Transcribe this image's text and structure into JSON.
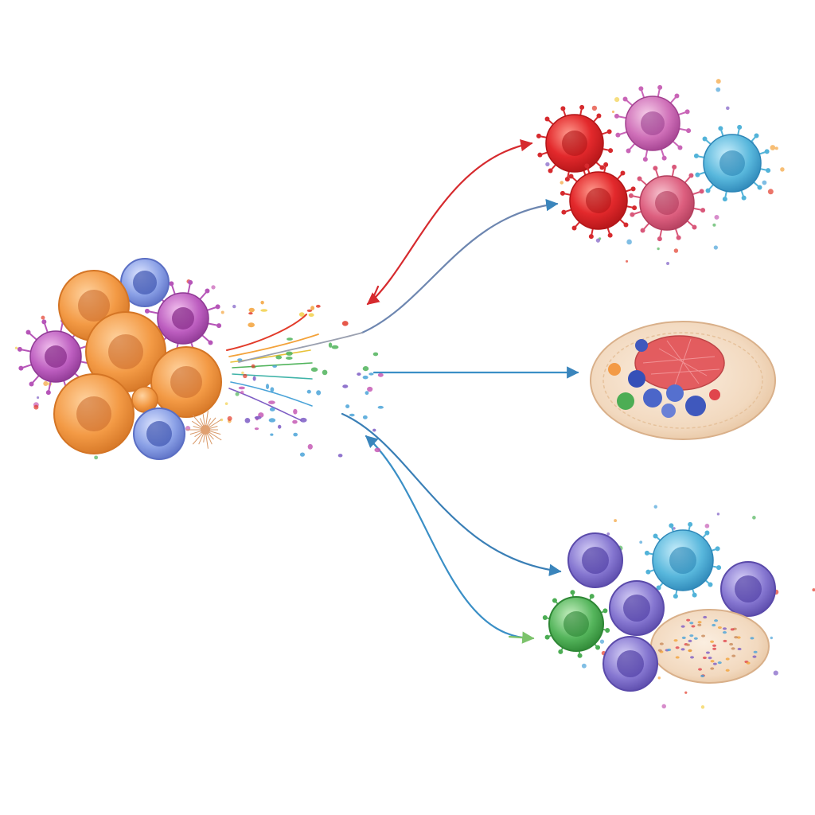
{
  "diagram": {
    "source_cluster": {
      "cells": [
        {
          "kind": "large-cell",
          "color": "#f39a45",
          "nucleus": "#d9772d"
        },
        {
          "kind": "large-cell",
          "color": "#f39a45",
          "nucleus": "#d9772d"
        },
        {
          "kind": "large-cell",
          "color": "#f39a45",
          "nucleus": "#d9772d"
        },
        {
          "kind": "large-cell",
          "color": "#f39a45",
          "nucleus": "#d9772d"
        },
        {
          "kind": "large-cell",
          "color": "#f39a45",
          "nucleus": "#d9772d"
        },
        {
          "kind": "round-cell",
          "color": "#6f86d6",
          "nucleus": "#3f56b0"
        },
        {
          "kind": "round-cell",
          "color": "#6f86d6",
          "nucleus": "#3f56b0"
        },
        {
          "kind": "spiky-cell",
          "color": "#b655b8",
          "nucleus": "#8a2f8c"
        },
        {
          "kind": "spiky-cell",
          "color": "#b655b8",
          "nucleus": "#8a2f8c"
        }
      ]
    },
    "target_groups": [
      {
        "id": "top",
        "cells": [
          {
            "kind": "spiky-cell",
            "color": "#e0282b",
            "nucleus": "#b01518"
          },
          {
            "kind": "spiky-cell",
            "color": "#c965b7",
            "nucleus": "#9b3f8f"
          },
          {
            "kind": "spiky-cell",
            "color": "#52b3d9",
            "nucleus": "#2a86b6"
          },
          {
            "kind": "spiky-cell",
            "color": "#e0282b",
            "nucleus": "#b01518"
          },
          {
            "kind": "spiky-cell",
            "color": "#d9587a",
            "nucleus": "#b1385a"
          }
        ]
      },
      {
        "id": "middle",
        "cells": [
          {
            "kind": "tissue-mass",
            "color": "#f3dcc4",
            "nucleus": "#e0454c"
          }
        ]
      },
      {
        "id": "bottom",
        "cells": [
          {
            "kind": "round-cell",
            "color": "#7d6ac9",
            "nucleus": "#5242a6"
          },
          {
            "kind": "spiky-cell",
            "color": "#52b3d9",
            "nucleus": "#2a86b6"
          },
          {
            "kind": "round-cell",
            "color": "#7d6ac9",
            "nucleus": "#5242a6"
          },
          {
            "kind": "round-cell",
            "color": "#7d6ac9",
            "nucleus": "#5242a6"
          },
          {
            "kind": "round-cell",
            "color": "#4cad54",
            "nucleus": "#2c8434"
          },
          {
            "kind": "round-cell",
            "color": "#7d6ac9",
            "nucleus": "#5242a6"
          },
          {
            "kind": "tissue-mass",
            "color": "#f3dcc4",
            "nucleus": "#e0b08a"
          }
        ]
      }
    ],
    "arrows": [
      {
        "id": "red-top",
        "color": "#d62a2e"
      },
      {
        "id": "slate-top",
        "color": "#4a8fc0"
      },
      {
        "id": "middle",
        "color": "#3a8fc6"
      },
      {
        "id": "blue-bottom",
        "color": "#3a7fb6"
      },
      {
        "id": "blue-green-bottom",
        "color": "#3a8fc6"
      }
    ],
    "colors": {
      "background": "#ffffff",
      "particle_palette": [
        "#e23b2a",
        "#f3a23a",
        "#f2d04a",
        "#4fb35a",
        "#4aa3d8",
        "#7d5cc4",
        "#c65bb5"
      ]
    }
  }
}
